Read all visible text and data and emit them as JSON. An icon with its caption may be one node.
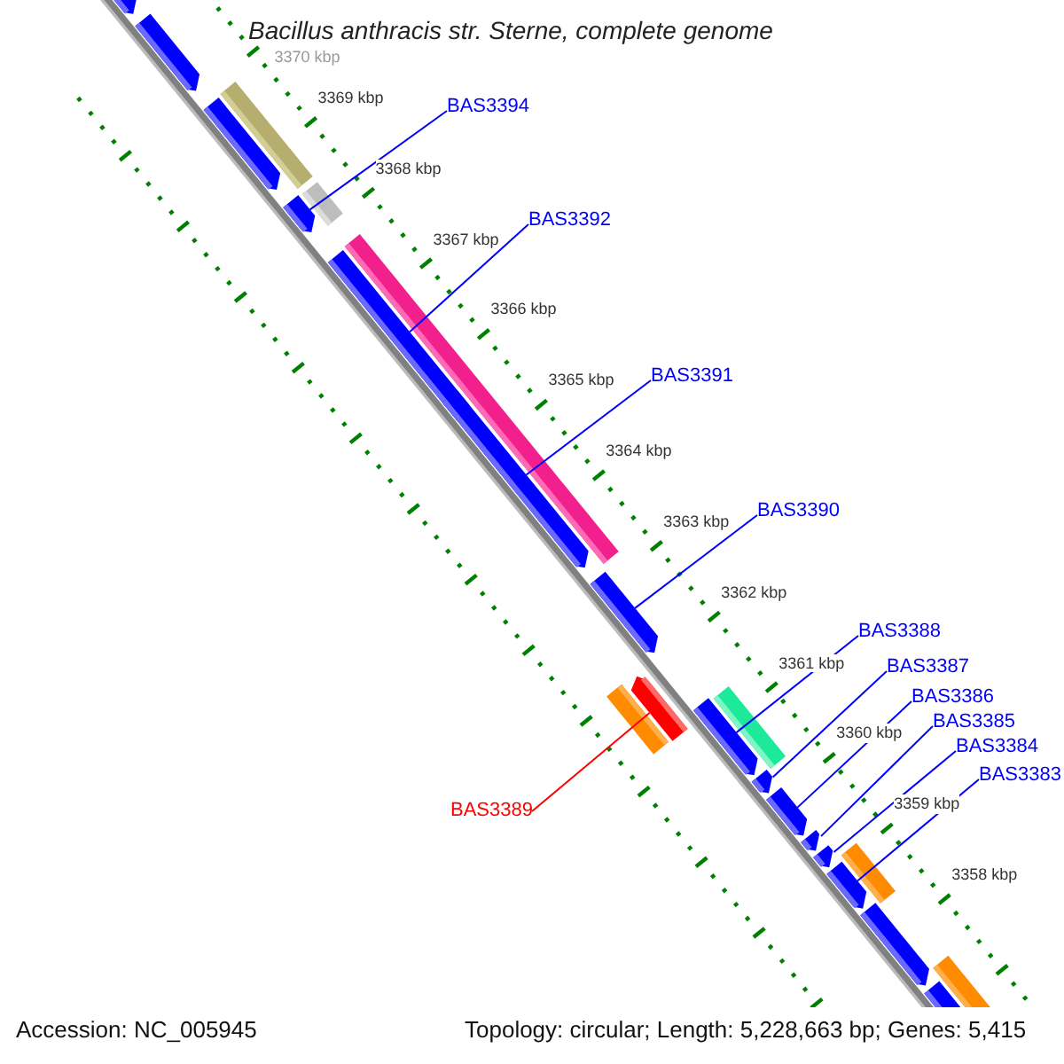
{
  "diagram": {
    "title": "Bacillus anthracis str. Sterne, complete genome",
    "nodes": [
      {
        "text": [
          "BAS3394"
        ]
      },
      {
        "text": [
          "BAS3392"
        ]
      },
      {
        "text": [
          "BAS3391"
        ]
      },
      {
        "text": [
          "BAS3390"
        ]
      },
      {
        "text": [
          "BAS3388"
        ]
      },
      {
        "text": [
          "BAS3387"
        ]
      },
      {
        "text": [
          "BAS3386"
        ]
      },
      {
        "text": [
          "BAS3385"
        ]
      },
      {
        "text": [
          "BAS3384"
        ]
      },
      {
        "text": [
          "BAS3383"
        ]
      },
      {
        "text": [
          "BAS3389"
        ]
      },
      {
        "text": [],
        "shape": "arrow"
      },
      {
        "text": [],
        "shape": "arrow"
      },
      {
        "text": [],
        "shape": "bar"
      },
      {
        "text": [],
        "shape": "arrow"
      },
      {
        "text": [],
        "shape": "arrow"
      },
      {
        "text": [],
        "shape": "bar"
      },
      {
        "text": [],
        "shape": "bar"
      },
      {
        "text": [],
        "shape": "arrow"
      },
      {
        "text": [],
        "shape": "arrow"
      },
      {
        "text": [],
        "shape": "arrow"
      },
      {
        "text": [],
        "shape": "bar"
      },
      {
        "text": [],
        "shape": "arrow"
      },
      {
        "text": [],
        "shape": "arrow"
      },
      {
        "text": [],
        "shape": "bar"
      },
      {
        "text": [],
        "shape": "arrow"
      },
      {
        "text": [],
        "shape": "arrow"
      },
      {
        "text": [],
        "shape": "arrow"
      },
      {
        "text": [],
        "shape": "arrow"
      },
      {
        "text": [],
        "shape": "bar"
      },
      {
        "text": [],
        "shape": "arrow"
      },
      {
        "text": [],
        "shape": "arrow"
      },
      {
        "text": [],
        "shape": "bar"
      },
      {
        "text": [],
        "shape": "arrow"
      }
    ],
    "edges": [
      {
        "from": 0,
        "to": 15,
        "arrow": "none"
      },
      {
        "from": 1,
        "to": 18,
        "arrow": "none"
      },
      {
        "from": 2,
        "to": 19,
        "arrow": "none"
      },
      {
        "from": 3,
        "to": 20,
        "arrow": "none"
      },
      {
        "from": 4,
        "to": 23,
        "arrow": "none"
      },
      {
        "from": 5,
        "to": 25,
        "arrow": "none"
      },
      {
        "from": 6,
        "to": 26,
        "arrow": "none"
      },
      {
        "from": 7,
        "to": 27,
        "arrow": "none"
      },
      {
        "from": 8,
        "to": 28,
        "arrow": "none"
      },
      {
        "from": 9,
        "to": 30,
        "arrow": "none"
      },
      {
        "from": 10,
        "to": 22,
        "arrow": "none",
        "color": "#ff0000"
      }
    ],
    "labels": [
      "3370 kbp",
      "3369 kbp",
      "3368 kbp",
      "3367 kbp",
      "3366 kbp",
      "3365 kbp",
      "3364 kbp",
      "3363 kbp",
      "3362 kbp",
      "3361 kbp",
      "3360 kbp",
      "3359 kbp",
      "3358 kbp",
      "Accession: NC_005945",
      "Topology: circular; Length: 5,228,663 bp; Genes: 5,415"
    ]
  }
}
